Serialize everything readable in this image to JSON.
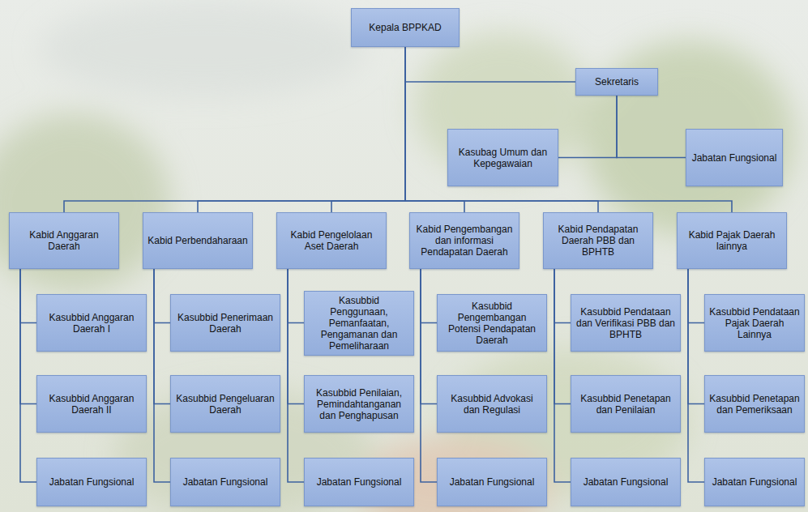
{
  "diagram": {
    "nodes": [
      {
        "text": [
          "Kepala BPPKAD"
        ]
      },
      {
        "text": [
          "Sekretaris"
        ]
      },
      {
        "text": [
          "Kasubag Umum dan Kepegawaian"
        ]
      },
      {
        "text": [
          "Jabatan Fungsional"
        ]
      },
      {
        "text": [
          "Kabid Anggaran Daerah"
        ]
      },
      {
        "text": [
          "Kabid Perbendaharaan"
        ]
      },
      {
        "text": [
          "Kabid Pengelolaan Aset Daerah"
        ]
      },
      {
        "text": [
          "Kabid Pengembangan dan informasi Pendapatan Daerah"
        ]
      },
      {
        "text": [
          "Kabid Pendapatan Daerah PBB dan BPHTB"
        ]
      },
      {
        "text": [
          "Kabid Pajak Daerah lainnya"
        ]
      },
      {
        "text": [
          "Kasubbid Anggaran Daerah I"
        ]
      },
      {
        "text": [
          "Kasubbid Penerimaan Daerah"
        ]
      },
      {
        "text": [
          "Kasubbid Penggunaan, Pemanfaatan, Pengamanan dan Pemeliharaan"
        ]
      },
      {
        "text": [
          "Kasubbid Pengembangan Potensi Pendapatan Daerah"
        ]
      },
      {
        "text": [
          "Kasubbid Pendataan dan Verifikasi PBB dan BPHTB"
        ]
      },
      {
        "text": [
          "Kasubbid Pendataan Pajak Daerah Lainnya"
        ]
      },
      {
        "text": [
          "Kasubbid Anggaran Daerah II"
        ]
      },
      {
        "text": [
          "Kasubbid Pengeluaran Daerah"
        ]
      },
      {
        "text": [
          "Kasubbid Penilaian, Pemindahtanganan dan Penghapusan"
        ]
      },
      {
        "text": [
          "Kasubbid Advokasi dan Regulasi"
        ]
      },
      {
        "text": [
          "Kasubbid Penetapan dan Penilaian"
        ]
      },
      {
        "text": [
          "Kasubbid Penetapan dan Pemeriksaan"
        ]
      },
      {
        "text": [
          "Jabatan Fungsional"
        ]
      },
      {
        "text": [
          "Jabatan Fungsional"
        ]
      },
      {
        "text": [
          "Jabatan Fungsional"
        ]
      },
      {
        "text": [
          "Jabatan Fungsional"
        ]
      },
      {
        "text": [
          "Jabatan Fungsional"
        ]
      },
      {
        "text": [
          "Jabatan Fungsional"
        ]
      }
    ],
    "edges": [
      {
        "from": 0,
        "to": 1,
        "arrow": "none"
      },
      {
        "from": 1,
        "to": 2,
        "arrow": "none"
      },
      {
        "from": 1,
        "to": 3,
        "arrow": "none"
      },
      {
        "from": 0,
        "to": 4,
        "arrow": "none"
      },
      {
        "from": 0,
        "to": 5,
        "arrow": "none"
      },
      {
        "from": 0,
        "to": 6,
        "arrow": "none"
      },
      {
        "from": 0,
        "to": 7,
        "arrow": "none"
      },
      {
        "from": 0,
        "to": 8,
        "arrow": "none"
      },
      {
        "from": 0,
        "to": 9,
        "arrow": "none"
      },
      {
        "from": 4,
        "to": 10,
        "arrow": "none"
      },
      {
        "from": 4,
        "to": 16,
        "arrow": "none"
      },
      {
        "from": 4,
        "to": 22,
        "arrow": "none"
      },
      {
        "from": 5,
        "to": 11,
        "arrow": "none"
      },
      {
        "from": 5,
        "to": 17,
        "arrow": "none"
      },
      {
        "from": 5,
        "to": 23,
        "arrow": "none"
      },
      {
        "from": 6,
        "to": 12,
        "arrow": "none"
      },
      {
        "from": 6,
        "to": 18,
        "arrow": "none"
      },
      {
        "from": 6,
        "to": 24,
        "arrow": "none"
      },
      {
        "from": 7,
        "to": 13,
        "arrow": "none"
      },
      {
        "from": 7,
        "to": 19,
        "arrow": "none"
      },
      {
        "from": 7,
        "to": 25,
        "arrow": "none"
      },
      {
        "from": 8,
        "to": 14,
        "arrow": "none"
      },
      {
        "from": 8,
        "to": 20,
        "arrow": "none"
      },
      {
        "from": 8,
        "to": 26,
        "arrow": "none"
      },
      {
        "from": 9,
        "to": 15,
        "arrow": "none"
      },
      {
        "from": 9,
        "to": 21,
        "arrow": "none"
      },
      {
        "from": 9,
        "to": 27,
        "arrow": "none"
      }
    ]
  }
}
